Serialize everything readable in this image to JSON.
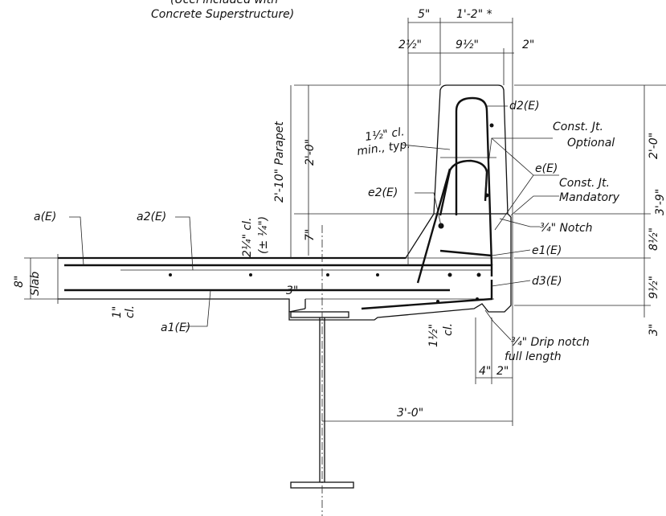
{
  "header": {
    "line1": "(Ucel included with",
    "line2": "Concrete Superstructure)"
  },
  "dimensions": {
    "d_5in": "5\"",
    "d_1ft2in": "1'-2\" *",
    "d_2half": "2½\"",
    "d_9half": "9½\"",
    "d_2in_top": "2\"",
    "parapet_2ft0": "2'-0\"",
    "parapet_2ft10": "2'-10\" Parapet",
    "d_7in": "7\"",
    "cl_2quarter": "2¼\" cl.",
    "cl_pm": "(± ¼\")",
    "slab_8in": "8\"",
    "slab_word": "Slab",
    "cl_1in": "1\"",
    "cl_1in_word": "cl.",
    "d_3in_slab": "3\"",
    "right_2ft0": "2'-0\"",
    "right_3ft9": "3'-9\"",
    "right_8half": "8½\"",
    "right_9half": "9½\"",
    "right_3in": "3\"",
    "cl_1half": "1½\"",
    "cl_1half_word": "cl.",
    "d_4in": "4\"",
    "d_2in_bot": "2\"",
    "span_3ft0": "3'-0\"",
    "min_cl_a": "1½\" cl.",
    "min_cl_b": "min., typ."
  },
  "labels": {
    "d2E": "d2(E)",
    "const_jt_opt_1": "Const. Jt.",
    "const_jt_opt_2": "Optional",
    "eE": "e(E)",
    "const_jt_man_1": "Const. Jt.",
    "const_jt_man_2": "Mandatory",
    "e2E": "e2(E)",
    "notch": "¾\" Notch",
    "e1E": "e1(E)",
    "aE": "a(E)",
    "a2E": "a2(E)",
    "d3E": "d3(E)",
    "a1E": "a1(E)",
    "drip_1": "¾\" Drip notch",
    "drip_2": "full length"
  }
}
